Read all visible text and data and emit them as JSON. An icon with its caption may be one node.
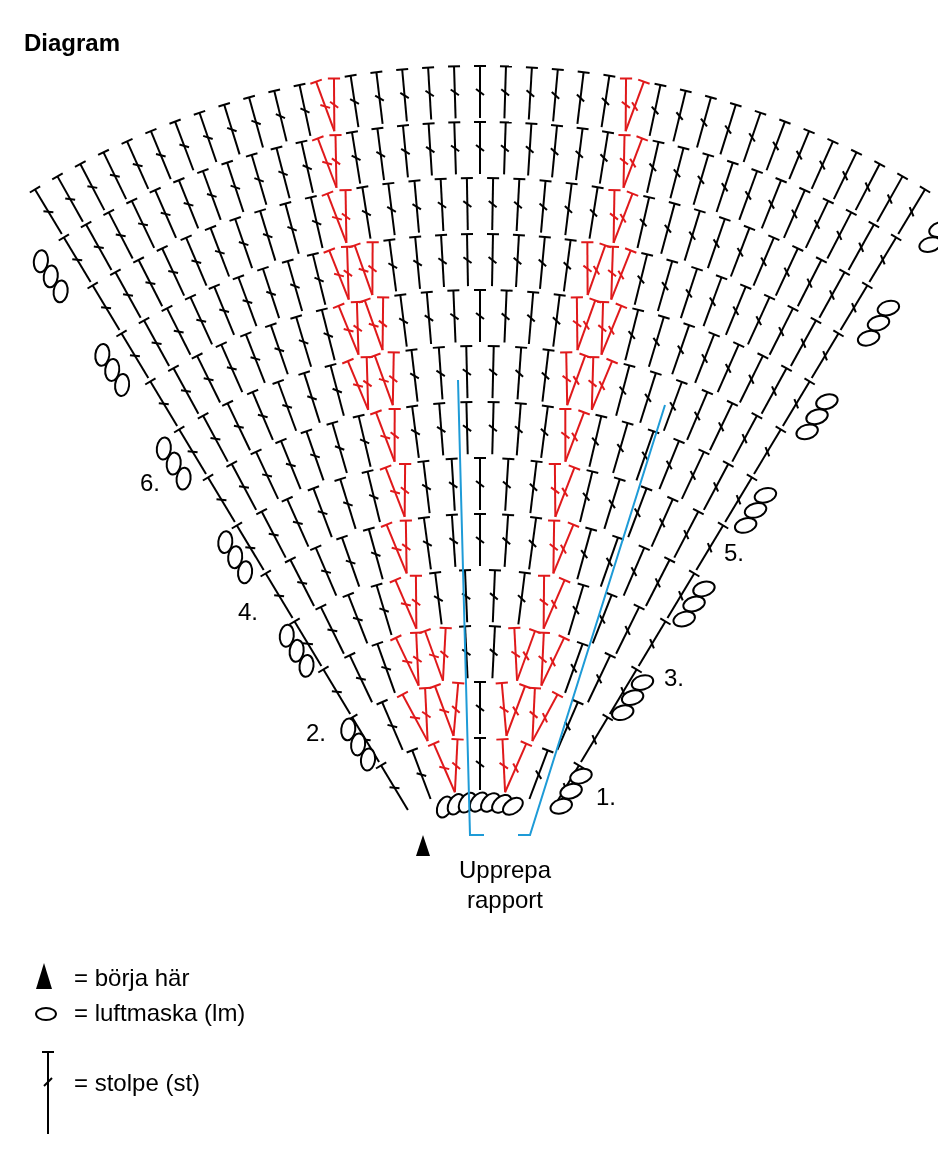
{
  "diagram": {
    "title": "Diagram",
    "labels": [
      "6.",
      "5.",
      "4.",
      "3.",
      "2.",
      "1.",
      "Upprepa rapport"
    ],
    "legend": [
      {
        "text": "= börja här"
      },
      {
        "text": "= luftmaska (lm)"
      },
      {
        "text": "= stolpe (st)"
      }
    ]
  }
}
